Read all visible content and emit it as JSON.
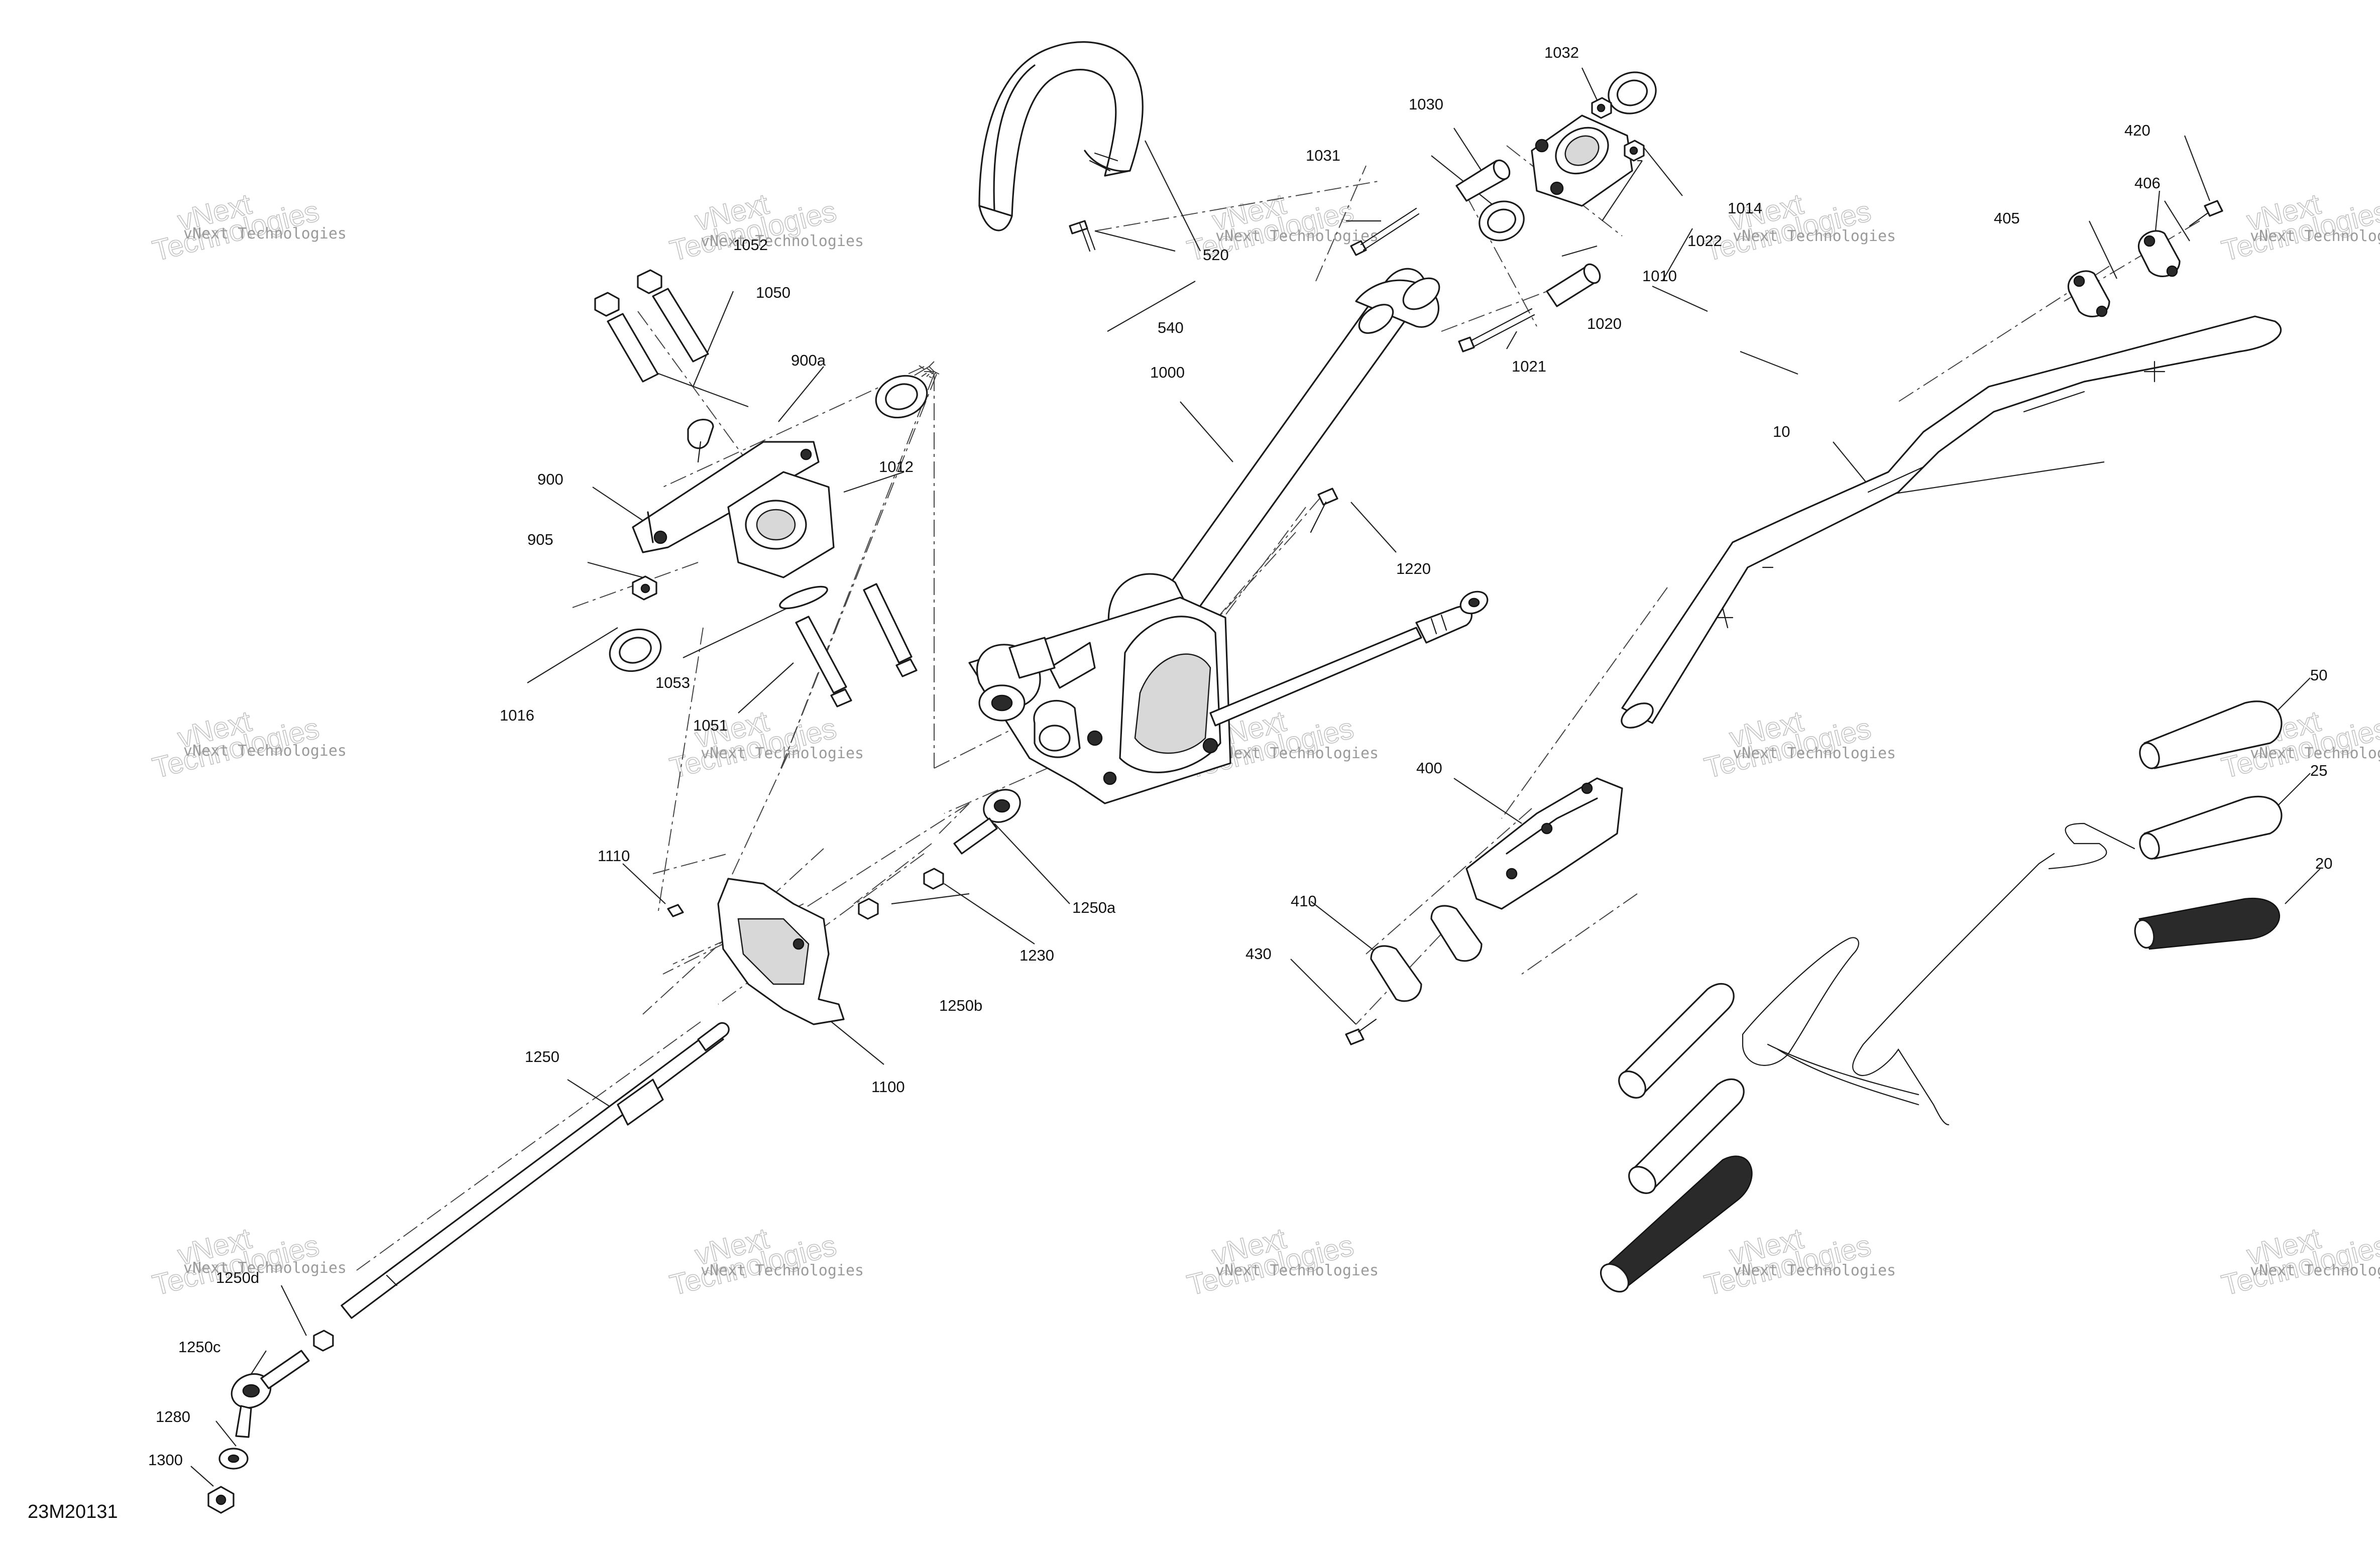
{
  "diagram_code": "23M20131",
  "watermark": {
    "line1": "vNext Technologies",
    "line2": "vNext",
    "line3": "Technologies"
  },
  "part_labels": {
    "p10": "10",
    "p20": "20",
    "p25": "25",
    "p50": "50",
    "p400": "400",
    "p405": "405",
    "p406": "406",
    "p410": "410",
    "p420": "420",
    "p430": "430",
    "p520": "520",
    "p540": "540",
    "p900": "900",
    "p900a": "900a",
    "p905": "905",
    "p1000": "1000",
    "p1010": "1010",
    "p1012": "1012",
    "p1014": "1014",
    "p1016": "1016",
    "p1020": "1020",
    "p1021": "1021",
    "p1022": "1022",
    "p1030": "1030",
    "p1031": "1031",
    "p1032": "1032",
    "p1050": "1050",
    "p1051": "1051",
    "p1052": "1052",
    "p1053": "1053",
    "p1100": "1100",
    "p1110": "1110",
    "p1220": "1220",
    "p1230": "1230",
    "p1250": "1250",
    "p1250a": "1250a",
    "p1250b": "1250b",
    "p1250c": "1250c",
    "p1250d": "1250d",
    "p1280": "1280",
    "p1300": "1300"
  }
}
